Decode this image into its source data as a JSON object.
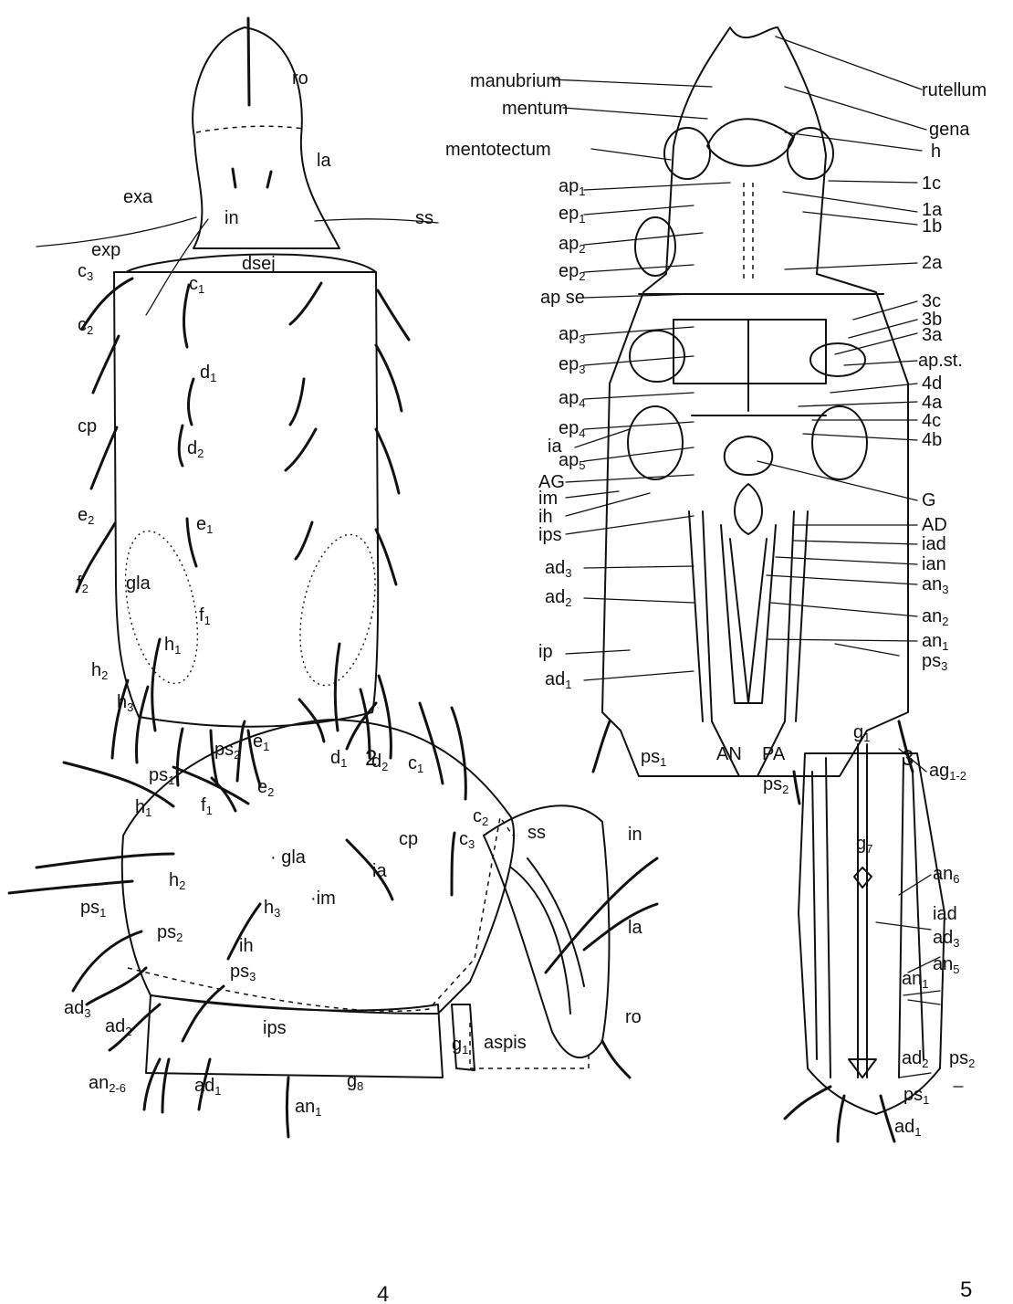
{
  "figures": [
    {
      "number": "2",
      "view": "dorsal",
      "labels": [
        "ro",
        "la",
        "exa",
        "in",
        "ss",
        "exp",
        "c3",
        "dsej",
        "c1",
        "c2",
        "d1",
        "cp",
        "d2",
        "e2",
        "e1",
        "f2",
        "gla",
        "f1",
        "h1",
        "h2",
        "h3",
        "ps1",
        "ps2"
      ]
    },
    {
      "number": "3",
      "view": "ventral",
      "labels": [
        "manubrium",
        "mentum",
        "mentotectum",
        "rutellum",
        "gena",
        "h",
        "ap1",
        "ep1",
        "ap2",
        "ep2",
        "apse",
        "ap3",
        "ep3",
        "ap4",
        "ep4",
        "ia",
        "ap5",
        "AG",
        "im",
        "ih",
        "ips",
        "ad3",
        "ad2",
        "ip",
        "ad1",
        "ps1",
        "AN",
        "PA",
        "ps2",
        "1c",
        "1a",
        "1b",
        "2a",
        "3c",
        "3b",
        "3a",
        "ap.st.",
        "4d",
        "4a",
        "4c",
        "4b",
        "G",
        "AD",
        "iad",
        "ian",
        "an3",
        "an2",
        "an1",
        "ps3"
      ]
    },
    {
      "number": "4",
      "view": "lateral",
      "labels": [
        "e1",
        "d1",
        "d2",
        "c1",
        "e2",
        "f1",
        "h1",
        "c2",
        "c3",
        "cp",
        "ia",
        "gla",
        "im",
        "h2",
        "ps1",
        "h3",
        "ps2",
        "ih",
        "ps3",
        "ad3",
        "ad2",
        "ips",
        "an2-6",
        "ad1",
        "an1",
        "g8",
        "g1",
        "aspis",
        "ss",
        "in",
        "la",
        "ro"
      ]
    },
    {
      "number": "5",
      "view": "anogenital region",
      "labels": [
        "g1",
        "ag1-2",
        "g7",
        "an6",
        "iad",
        "ad3",
        "an5",
        "an1",
        "ad2",
        "ps2",
        "ps1",
        "ad1"
      ]
    }
  ]
}
